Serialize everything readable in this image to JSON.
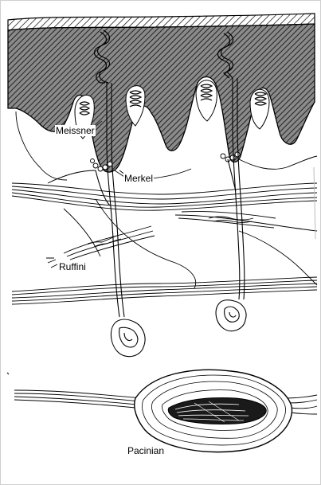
{
  "labels": {
    "meissner": "Meissner",
    "merkel": "Merkel",
    "ruffini": "Ruffini",
    "pacinian": "Pacinian"
  },
  "colors": {
    "ink": "#000000",
    "paper": "#ffffff",
    "epidermis_fill": "#555555",
    "frame": "#cfcfcf"
  }
}
